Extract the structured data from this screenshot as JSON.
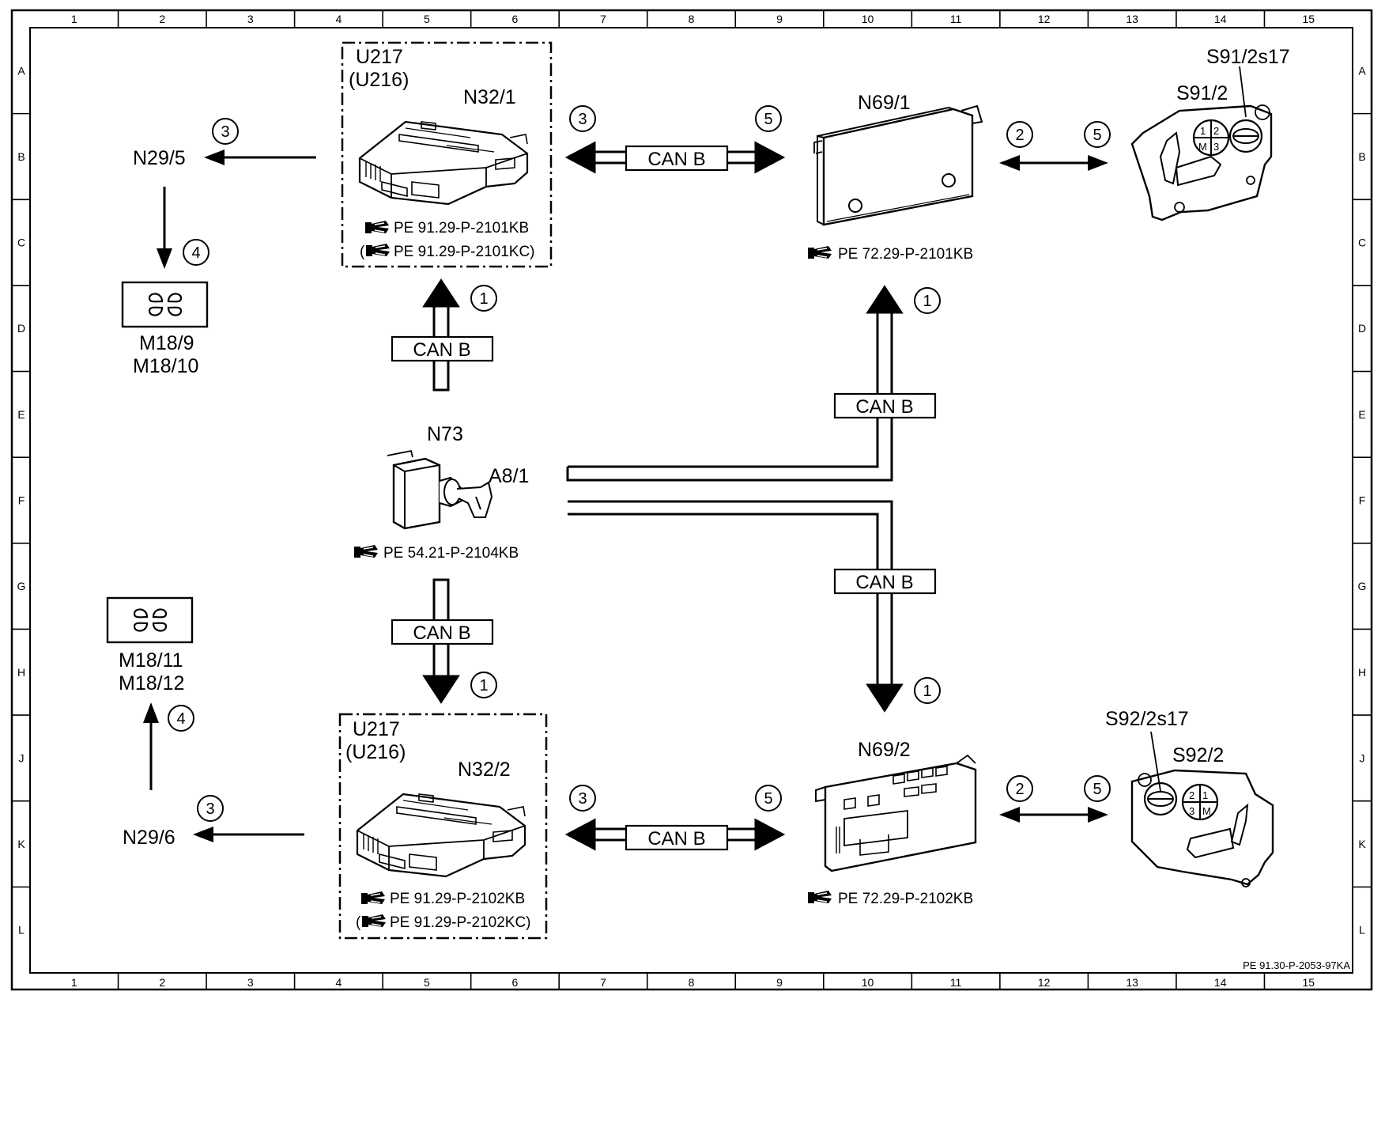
{
  "grid": {
    "columns": [
      "1",
      "2",
      "3",
      "4",
      "5",
      "6",
      "7",
      "8",
      "9",
      "10",
      "11",
      "12",
      "13",
      "14",
      "15"
    ],
    "rows": [
      "A",
      "B",
      "C",
      "D",
      "E",
      "F",
      "G",
      "H",
      "J",
      "K",
      "L"
    ]
  },
  "bus_label": "CAN B",
  "components": {
    "n32_1": {
      "group": "U217",
      "group_alt": "(U216)",
      "name": "N32/1",
      "ref1": "PE 91.29-P-2101KB",
      "ref2": "(",
      "ref2_text": "PE 91.29-P-2101KC)"
    },
    "n32_2": {
      "group": "U217",
      "group_alt": "(U216)",
      "name": "N32/2",
      "ref1": "PE 91.29-P-2102KB",
      "ref2": "(",
      "ref2_text": "PE 91.29-P-2102KC)"
    },
    "n69_1": {
      "name": "N69/1",
      "ref": "PE 72.29-P-2101KB"
    },
    "n69_2": {
      "name": "N69/2",
      "ref": "PE 72.29-P-2102KB"
    },
    "n73": {
      "name": "N73",
      "sub": "A8/1",
      "ref": "PE 54.21-P-2104KB"
    },
    "s91_2": {
      "name": "S91/2",
      "sub": "S91/2s17"
    },
    "s92_2": {
      "name": "S92/2",
      "sub": "S92/2s17"
    },
    "n29_5": {
      "name": "N29/5"
    },
    "n29_6": {
      "name": "N29/6"
    },
    "m18_9": {
      "line1": "M18/9",
      "line2": "M18/10"
    },
    "m18_11": {
      "line1": "M18/11",
      "line2": "M18/12"
    }
  },
  "switch_digits": {
    "a": "1",
    "b": "2",
    "c": "M",
    "d": "3"
  },
  "switch_digits_2": {
    "a": "2",
    "b": "1",
    "c": "3",
    "d": "M"
  },
  "signals": {
    "s1": "1",
    "s2": "2",
    "s3": "3",
    "s4": "4",
    "s5": "5"
  },
  "document_id": "PE 91.30-P-2053-97KA"
}
